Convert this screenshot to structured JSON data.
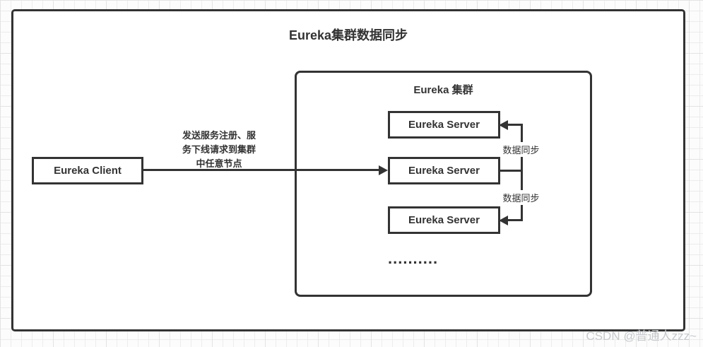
{
  "title": "Eureka集群数据同步",
  "client": {
    "label": "Eureka Client"
  },
  "request_label": "发送服务注册、服\n务下线请求到集群\n中任意节点",
  "cluster": {
    "title": "Eureka 集群",
    "servers": [
      {
        "label": "Eureka Server"
      },
      {
        "label": "Eureka Server"
      },
      {
        "label": "Eureka Server"
      }
    ],
    "sync_labels": [
      "数据同步",
      "数据同步"
    ],
    "ellipsis": ".........."
  },
  "watermark": "CSDN @普通人zzz~",
  "colors": {
    "line": "#333333",
    "text": "#333333",
    "canvas": "#ffffff",
    "grid_minor": "#ececec",
    "grid_major": "#e3e3e3",
    "watermark": "#c7cacd"
  }
}
